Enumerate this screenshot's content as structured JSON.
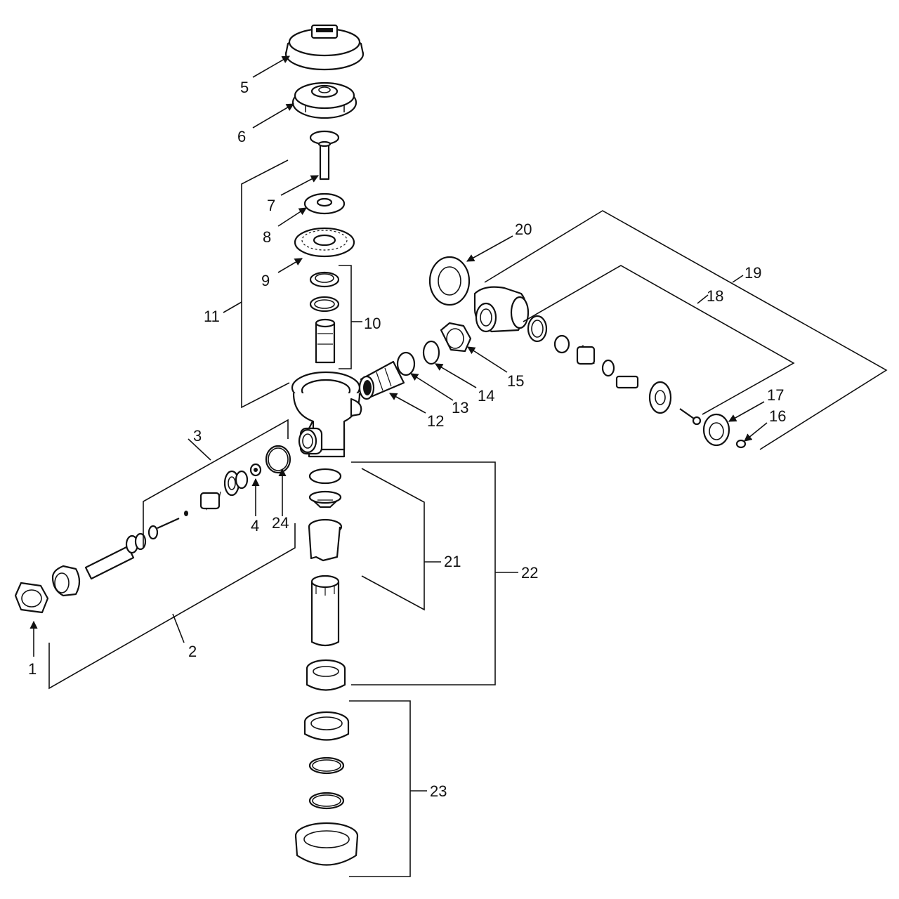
{
  "callouts": {
    "c1": "1",
    "c2": "2",
    "c3": "3",
    "c4": "4",
    "c5": "5",
    "c6": "6",
    "c7": "7",
    "c8": "8",
    "c9": "9",
    "c10": "10",
    "c11": "11",
    "c12": "12",
    "c13": "13",
    "c14": "14",
    "c15": "15",
    "c16": "16",
    "c17": "17",
    "c18": "18",
    "c19": "19",
    "c20": "20",
    "c21": "21",
    "c22": "22",
    "c23": "23",
    "c24": "24"
  },
  "style": {
    "line_color": "#111111",
    "background": "#ffffff"
  }
}
